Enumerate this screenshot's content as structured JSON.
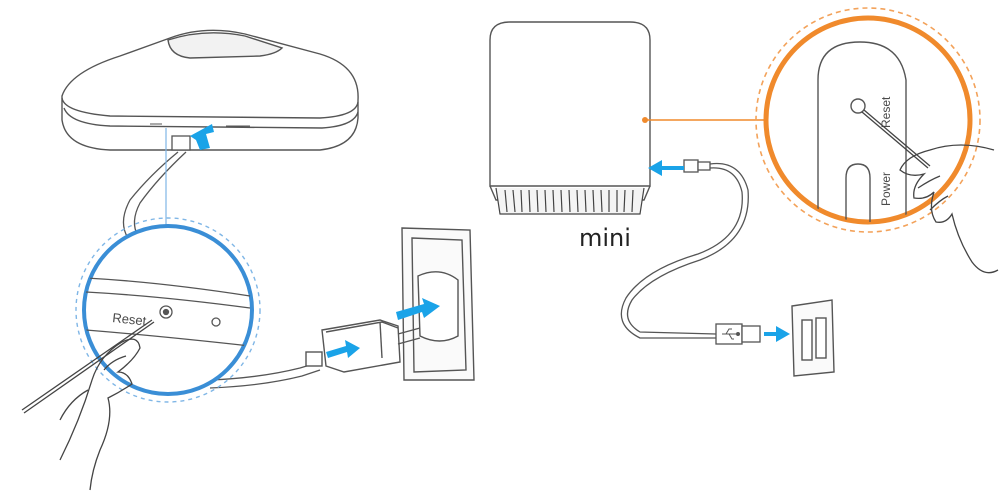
{
  "labels": {
    "reset_left": "Reset",
    "reset_right": "Reset",
    "power_right": "Power",
    "mini": "mini"
  },
  "colors": {
    "line": "#555555",
    "blue_ring": "#3a8ed6",
    "blue_dash": "#7fb6e6",
    "arrow_blue": "#1aa3e8",
    "orange": "#f08a2c",
    "orange_dash": "#f3a25a"
  },
  "icons": {
    "usb": "usb-icon",
    "arrow": "arrow-right-icon"
  }
}
